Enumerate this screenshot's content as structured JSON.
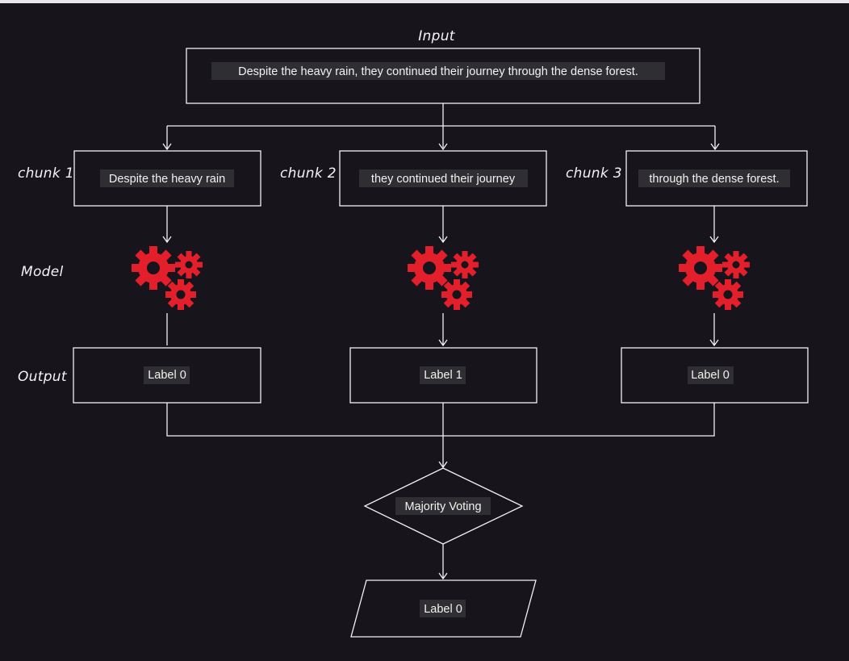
{
  "title": "Input",
  "input_text": "Despite the heavy rain, they continued their journey through the dense forest.",
  "row_labels": {
    "model": "Model",
    "output": "Output"
  },
  "chunks": [
    {
      "tag": "chunk 1",
      "text": "Despite the heavy rain",
      "output": "Label 0"
    },
    {
      "tag": "chunk 2",
      "text": "they continued their journey",
      "output": "Label 1"
    },
    {
      "tag": "chunk 3",
      "text": "through the dense forest.",
      "output": "Label 0"
    }
  ],
  "decision": "Majority Voting",
  "final_output": "Label 0",
  "colors": {
    "background": "#17141b",
    "stroke": "#f2f2f2",
    "gear": "#e41f2c",
    "text_highlight": "#2e2e33"
  },
  "icons": [
    "gears-icon"
  ]
}
